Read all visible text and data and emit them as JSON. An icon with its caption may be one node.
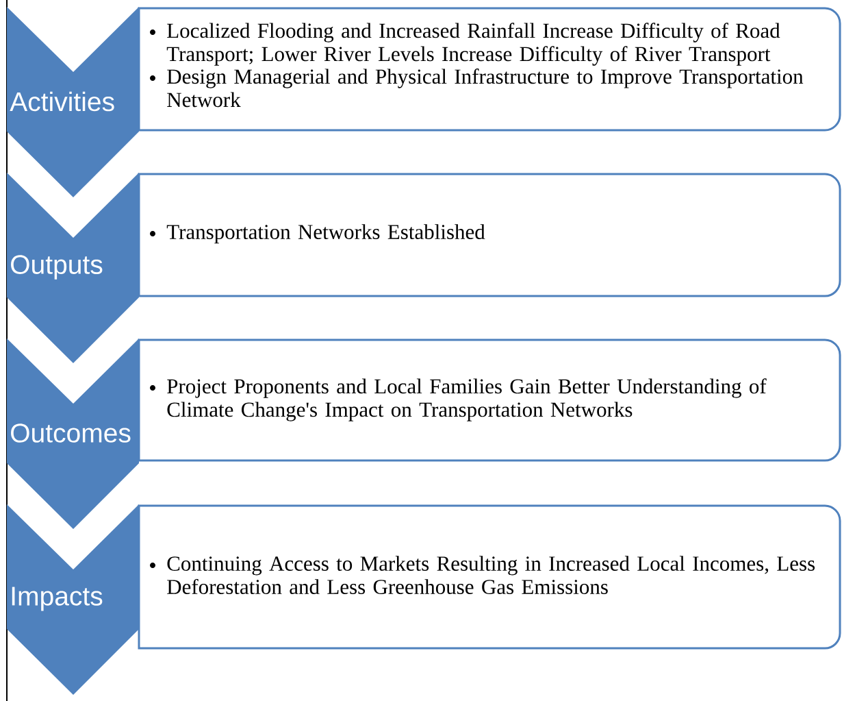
{
  "diagram": {
    "nodes": [
      {
        "text": [
          "Activities"
        ]
      },
      {
        "text": [
          "Localized Flooding and Increased Rainfall Increase Difficulty of Road Transport; Lower River Levels Increase Difficulty of River Transport",
          "Design Managerial and Physical Infrastructure to Improve Transportation Network"
        ]
      },
      {
        "text": [
          "Outputs"
        ]
      },
      {
        "text": [
          "Transportation Networks Established"
        ]
      },
      {
        "text": [
          "Outcomes"
        ]
      },
      {
        "text": [
          "Project Proponents and Local Families Gain Better Understanding of Climate Change's Impact on Transportation Networks"
        ]
      },
      {
        "text": [
          "Impacts"
        ]
      },
      {
        "text": [
          "Continuing Access to Markets Resulting in Increased Local Incomes, Less Deforestation and Less Greenhouse Gas Emissions"
        ]
      }
    ]
  }
}
